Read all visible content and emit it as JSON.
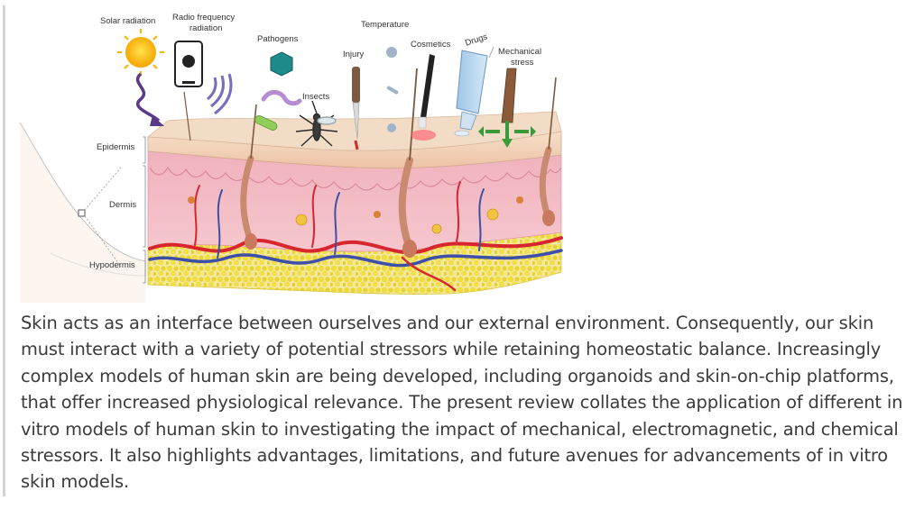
{
  "figure": {
    "labels": {
      "solar_radiation": "Solar radiation",
      "rf_line1": "Radio frequency",
      "rf_line2": "radiation",
      "pathogens": "Pathogens",
      "temperature": "Temperature",
      "injury": "Injury",
      "insects": "Insects",
      "cosmetics": "Cosmetics",
      "drugs": "Drugs",
      "mech_line1": "Mechanical",
      "mech_line2": "stress",
      "epidermis": "Epidermis",
      "dermis": "Dermis",
      "hypodermis": "Hypodermis"
    },
    "colors": {
      "sun": "#f7b500",
      "epidermis": "#f1d2b6",
      "dermis": "#f2b7c0",
      "vessel_red": "#d7262e",
      "vessel_blue": "#3d4fa8",
      "fat": "#f2e25a"
    }
  },
  "abstract": {
    "text": "Skin acts as an interface between ourselves and our external environment. Consequently, our skin must interact with a variety of potential stressors while retaining homeostatic balance. Increasingly complex models of human skin are being developed, including organoids and skin-on-chip platforms, that offer increased physiological relevance. The present review collates the application of different in vitro models of human skin to investigating the impact of mechanical, electromagnetic, and chemical stressors. It also highlights advantages, limitations, and future avenues for advancements of in vitro skin models."
  }
}
